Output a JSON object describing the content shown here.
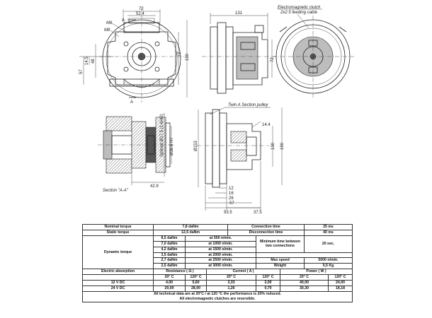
{
  "drawing": {
    "dims_front": {
      "w72": "72",
      "w52_4": "52.4",
      "ab_a": "A",
      "m6": "M6",
      "m8": "M8",
      "h72": "72",
      "h190": "190",
      "h57": "57",
      "h14_5": "14.5",
      "h48": "48",
      "sec_a": "A"
    },
    "dims_side": {
      "d131": "131",
      "clutch_note_1": "Electromagnetic clutch",
      "clutch_note_2": "2x2.5 feeding cable"
    },
    "dims_section": {
      "bore1": "Splined Ø17.5 (1-6/42)",
      "bore2": "Ø36.6 H7",
      "d42_9": "42.9",
      "caption": "Section \"A-A\""
    },
    "dims_pulley": {
      "pulley_note": "Twin A Section pulley",
      "d14_4": "14.4",
      "d153": "Ø153",
      "h130": "130",
      "h190": "190",
      "d12": "12",
      "d16": "16",
      "d26": "26",
      "d57": "57",
      "d93_5": "93.5",
      "d37_5": "37.5"
    }
  },
  "spec_table": {
    "nominal_torque_label": "Nominal torque",
    "nominal_torque_value": "7,8 daNm",
    "static_torque_label": "Static torque",
    "static_torque_value": "12,5 daNm",
    "connection_time_label": "Connection time",
    "connection_time_value": "25 ms",
    "disconnection_time_label": "Disconnection time",
    "disconnection_time_value": "40 ms",
    "dynamic_torque_label": "Dynamic torque",
    "dynamic_rows": [
      {
        "torque": "8,5 daNm",
        "speed": "at 500 n/min."
      },
      {
        "torque": "7,0 daNm",
        "speed": "at 1000 n/min."
      },
      {
        "torque": "4,2 daNm",
        "speed": "at 1500 n/min."
      },
      {
        "torque": "3,5 daNm",
        "speed": "at 2000 n/min."
      },
      {
        "torque": "2,7 daNm",
        "speed": "at 2500 n/min."
      },
      {
        "torque": "2,5 daNm",
        "speed": "at 3000 n/min."
      }
    ],
    "min_time_label": "Minimum time between two connections",
    "min_time_value": "20 sec.",
    "max_speed_label": "Max speed",
    "max_speed_value": "5000 n/min.",
    "weight_label": "Weight",
    "weight_value": "5,5 Kg",
    "electric_absorption_label": "Electric absorption",
    "resistance_label": "Resistance ( Ω )",
    "current_label": "Current ( A )",
    "power_label": "Power ( W )",
    "temp_20": "20° C",
    "temp_120": "120° C",
    "rows": [
      {
        "voltage": "12 V DC",
        "r20": "4,00",
        "r120": "5,60",
        "i20": "3,33",
        "i120": "2,00",
        "p20": "40,00",
        "p120": "24,00"
      },
      {
        "voltage": "24 V DC",
        "r20": "20,00",
        "r120": "28,00",
        "i20": "1,26",
        "i120": "0,70",
        "p20": "30,30",
        "p120": "18,18"
      }
    ],
    "note_1": "All technical data are at 20°C / at 120 °C the performance is 20% reduced.",
    "note_2": "All electromagnetic clutches are reversible."
  }
}
